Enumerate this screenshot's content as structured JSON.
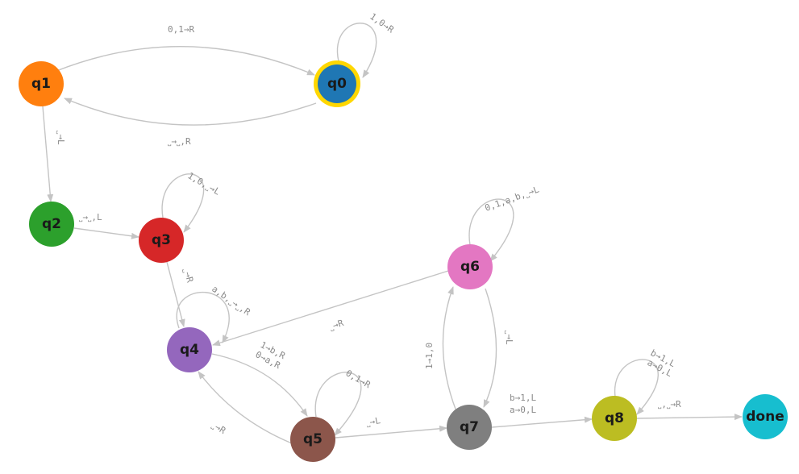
{
  "nodes": {
    "q0": {
      "label": "q0",
      "color": "#1f77b4",
      "ring": "#ffd700"
    },
    "q1": {
      "label": "q1",
      "color": "#ff7f0e"
    },
    "q2": {
      "label": "q2",
      "color": "#2ca02c"
    },
    "q3": {
      "label": "q3",
      "color": "#d62728"
    },
    "q4": {
      "label": "q4",
      "color": "#9467bd"
    },
    "q5": {
      "label": "q5",
      "color": "#8c564b"
    },
    "q6": {
      "label": "q6",
      "color": "#e377c2"
    },
    "q7": {
      "label": "q7",
      "color": "#7f7f7f"
    },
    "q8": {
      "label": "q8",
      "color": "#bcbd22"
    },
    "done": {
      "label": "done",
      "color": "#17becf"
    }
  },
  "edges": {
    "q1_q0": "0,1→R",
    "q0_q0": "1,0→R",
    "q0_q1": "˽→˽,R",
    "q1_q2": "˽→L",
    "q2_q3": "˽→˽,L",
    "q3_q3": "1,0,˽→L",
    "q3_q4": "˽→R",
    "q4_q4": "a,b,˽→˽,R",
    "q6_q4": "˽→R",
    "q4_q5_a": "1→b,R",
    "q4_q5_b": "0→a,R",
    "q5_q4": "˽→R",
    "q5_q5": "0,1→R",
    "q5_q7": "˽→L",
    "q7_q6": "1→1,0",
    "q6_q6": "0,1,a,b,˽→L",
    "q6_q7": "˽→L",
    "q7_q8_a": "b→1,L",
    "q7_q8_b": "a→0,L",
    "q8_q8_a": "b→1,L",
    "q8_q8_b": "a→0,L",
    "q8_done": "˽,˽→R"
  }
}
